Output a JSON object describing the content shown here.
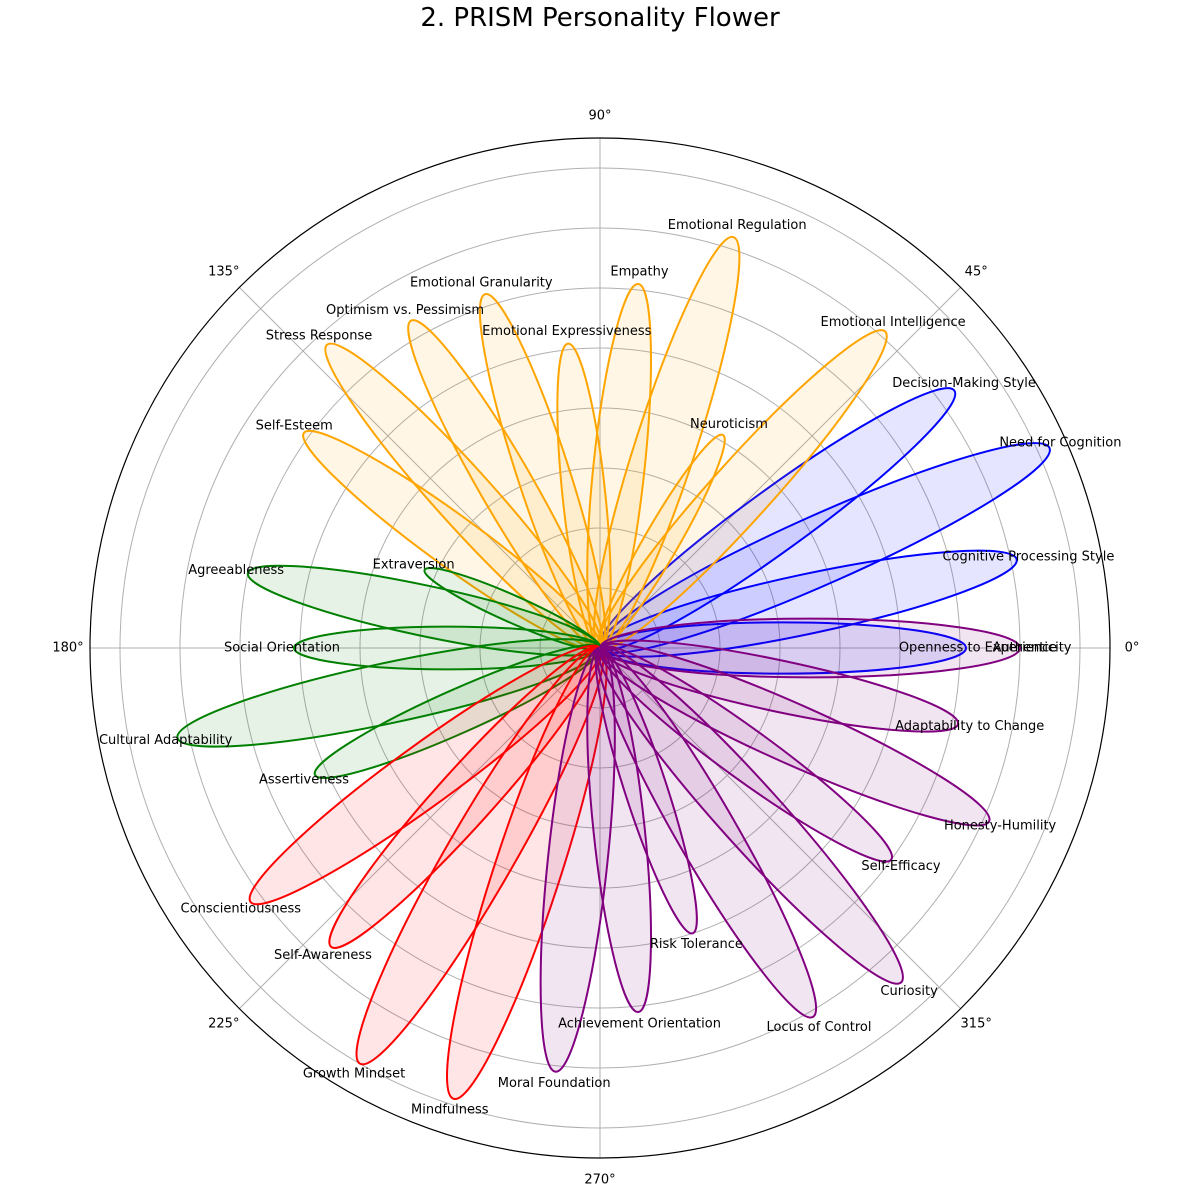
{
  "chart_data": {
    "type": "polar",
    "title": "2. PRISM Personality Flower",
    "angle_ticks": [
      "0°",
      "45°",
      "90°",
      "135°",
      "180°",
      "225°",
      "270°",
      "315°"
    ],
    "grid": true,
    "r_max": 0.85,
    "colors": {
      "cognitive": "#0000ff",
      "emotional": "#ffa500",
      "social": "#008000",
      "growth": "#ff0000",
      "drive": "#800080"
    },
    "petals": [
      {
        "label": "Openness to Experience",
        "angle": 0,
        "value": 0.61,
        "group": "cognitive"
      },
      {
        "label": "Cognitive Processing Style",
        "angle": 12,
        "value": 0.71,
        "group": "cognitive"
      },
      {
        "label": "Need for Cognition",
        "angle": 24,
        "value": 0.82,
        "group": "cognitive"
      },
      {
        "label": "Decision-Making Style",
        "angle": 36,
        "value": 0.73,
        "group": "cognitive"
      },
      {
        "label": "Emotional Intelligence",
        "angle": 48,
        "value": 0.71,
        "group": "emotional"
      },
      {
        "label": "Neuroticism",
        "angle": 60,
        "value": 0.41,
        "group": "emotional"
      },
      {
        "label": "Emotional Regulation",
        "angle": 72,
        "value": 0.72,
        "group": "emotional"
      },
      {
        "label": "Empathy",
        "angle": 84,
        "value": 0.61,
        "group": "emotional"
      },
      {
        "label": "Emotional Expressiveness",
        "angle": 96,
        "value": 0.51,
        "group": "emotional"
      },
      {
        "label": "Emotional Granularity",
        "angle": 108,
        "value": 0.62,
        "group": "emotional"
      },
      {
        "label": "Optimism vs. Pessimism",
        "angle": 120,
        "value": 0.63,
        "group": "emotional"
      },
      {
        "label": "Stress Response",
        "angle": 132,
        "value": 0.68,
        "group": "emotional"
      },
      {
        "label": "Self-Esteem",
        "angle": 144,
        "value": 0.61,
        "group": "emotional"
      },
      {
        "label": "Extraversion",
        "angle": 156,
        "value": 0.32,
        "group": "social"
      },
      {
        "label": "Agreeableness",
        "angle": 168,
        "value": 0.6,
        "group": "social"
      },
      {
        "label": "Social Orientation",
        "angle": 180,
        "value": 0.51,
        "group": "social"
      },
      {
        "label": "Cultural Adaptability",
        "angle": 192,
        "value": 0.72,
        "group": "social"
      },
      {
        "label": "Assertiveness",
        "angle": 204,
        "value": 0.52,
        "group": "social"
      },
      {
        "label": "Conscientiousness",
        "angle": 216,
        "value": 0.72,
        "group": "growth"
      },
      {
        "label": "Self-Awareness",
        "angle": 228,
        "value": 0.67,
        "group": "growth"
      },
      {
        "label": "Growth Mindset",
        "angle": 240,
        "value": 0.8,
        "group": "growth"
      },
      {
        "label": "Mindfulness",
        "angle": 252,
        "value": 0.79,
        "group": "growth"
      },
      {
        "label": "Moral Foundation",
        "angle": 264,
        "value": 0.71,
        "group": "drive"
      },
      {
        "label": "Achievement Orientation",
        "angle": 276,
        "value": 0.61,
        "group": "drive"
      },
      {
        "label": "Risk Tolerance",
        "angle": 288,
        "value": 0.5,
        "group": "drive"
      },
      {
        "label": "Locus of Control",
        "angle": 300,
        "value": 0.71,
        "group": "drive"
      },
      {
        "label": "Curiosity",
        "angle": 312,
        "value": 0.75,
        "group": "drive"
      },
      {
        "label": "Self-Efficacy",
        "angle": 324,
        "value": 0.6,
        "group": "drive"
      },
      {
        "label": "Honesty-Humility",
        "angle": 336,
        "value": 0.71,
        "group": "drive"
      },
      {
        "label": "Adaptability to Change",
        "angle": 348,
        "value": 0.61,
        "group": "drive"
      },
      {
        "label": "Authenticity",
        "angle": 360,
        "value": 0.7,
        "group": "drive"
      }
    ]
  }
}
